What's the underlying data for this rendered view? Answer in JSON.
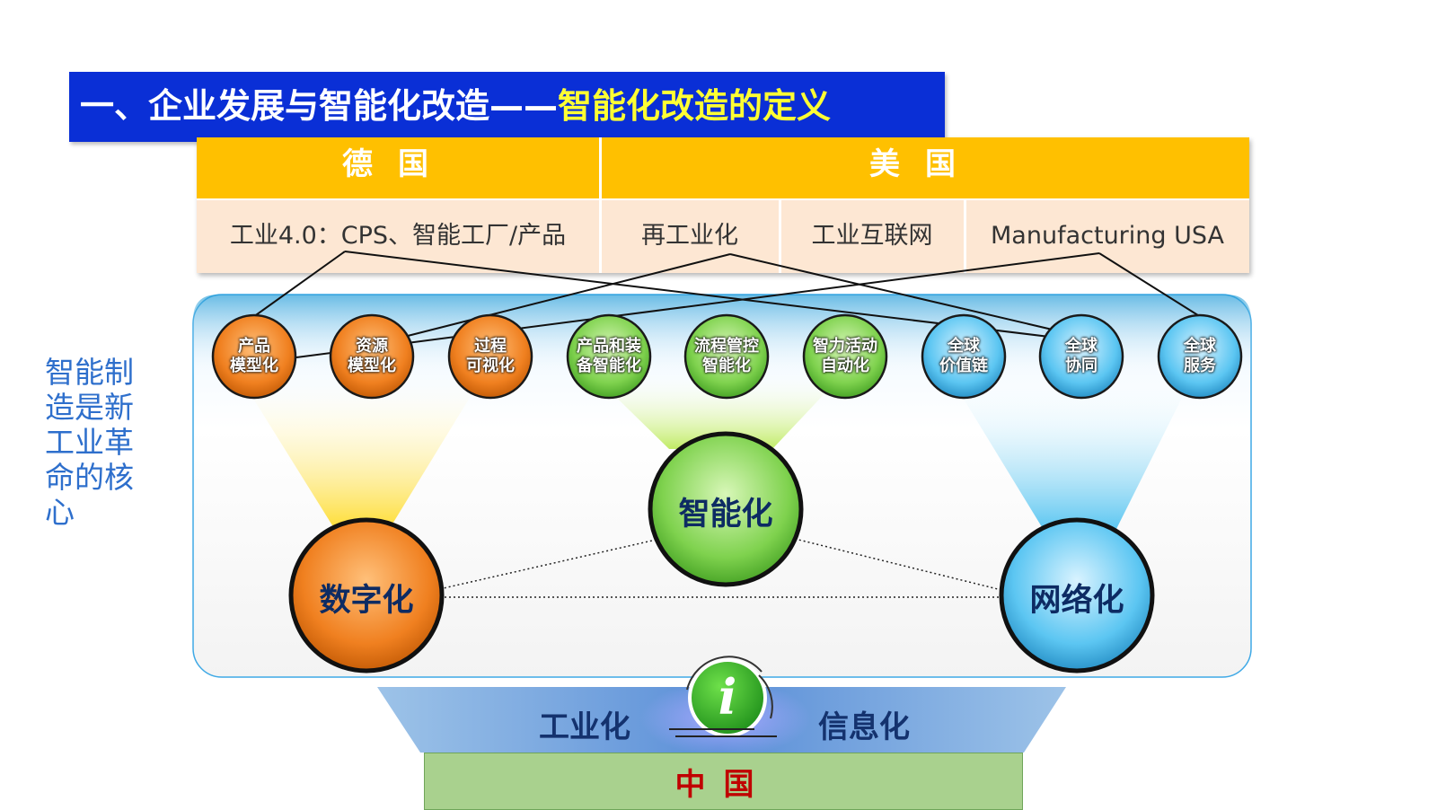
{
  "title": {
    "main": "一、企业发展与智能化改造——",
    "highlight": "智能化改造的定义"
  },
  "table": {
    "headers": {
      "germany": "德国",
      "usa": "美国"
    },
    "cells": {
      "germany": "工业4.0：CPS、智能工厂/产品",
      "reindustrialization": "再工业化",
      "industrial_internet": "工业互联网",
      "manufacturing_usa": "Manufacturing USA"
    }
  },
  "side_text": "智能制造是新工业革命的核心",
  "nodes": [
    {
      "line1": "产品",
      "line2": "模型化",
      "group": "orange"
    },
    {
      "line1": "资源",
      "line2": "模型化",
      "group": "orange"
    },
    {
      "line1": "过程",
      "line2": "可视化",
      "group": "orange"
    },
    {
      "line1": "产品和装",
      "line2": "备智能化",
      "group": "green"
    },
    {
      "line1": "流程管控",
      "line2": "智能化",
      "group": "green"
    },
    {
      "line1": "智力活动",
      "line2": "自动化",
      "group": "green"
    },
    {
      "line1": "全球",
      "line2": "价值链",
      "group": "blue"
    },
    {
      "line1": "全球",
      "line2": "协同",
      "group": "blue"
    },
    {
      "line1": "全球",
      "line2": "服务",
      "group": "blue"
    }
  ],
  "big_nodes": {
    "digital": "数字化",
    "smart": "智能化",
    "network": "网络化"
  },
  "base": {
    "left": "工业化",
    "right": "信息化",
    "icon": "info-icon"
  },
  "china": "中国",
  "colors": {
    "title_bg": "#0a2fd6",
    "title_highlight": "#ffff33",
    "header": "#ffc000",
    "cell": "#fde7d3",
    "orange": "#f0821e",
    "green": "#7fd24e",
    "blue": "#5cc6f2",
    "side_text": "#2e6fcc",
    "china_text": "#c00000"
  }
}
